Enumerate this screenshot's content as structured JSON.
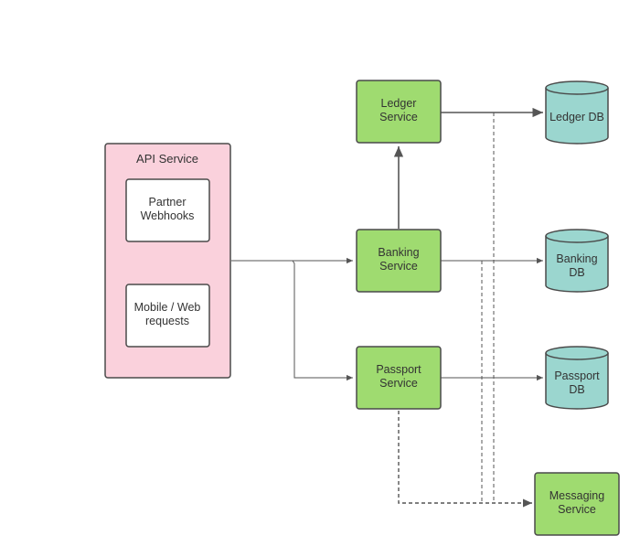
{
  "diagram": {
    "api_service": {
      "title": "API Service",
      "children": [
        {
          "id": "partner_webhooks",
          "lines": [
            "Partner",
            "Webhooks"
          ]
        },
        {
          "id": "mobile_web",
          "lines": [
            "Mobile / Web",
            "requests"
          ]
        }
      ]
    },
    "services": [
      {
        "id": "ledger",
        "lines": [
          "Ledger",
          "Service"
        ]
      },
      {
        "id": "banking",
        "lines": [
          "Banking",
          "Service"
        ]
      },
      {
        "id": "passport",
        "lines": [
          "Passport",
          "Service"
        ]
      },
      {
        "id": "messaging",
        "lines": [
          "Messaging",
          "Service"
        ]
      }
    ],
    "databases": [
      {
        "id": "ledger_db",
        "lines": [
          "Ledger DB"
        ]
      },
      {
        "id": "banking_db",
        "lines": [
          "Banking",
          "DB"
        ]
      },
      {
        "id": "passport_db",
        "lines": [
          "Passport",
          "DB"
        ]
      }
    ],
    "edges": [
      {
        "from": "api_service",
        "to": "banking",
        "style": "solid"
      },
      {
        "from": "api_service",
        "to": "passport",
        "style": "solid"
      },
      {
        "from": "banking",
        "to": "ledger",
        "style": "solid"
      },
      {
        "from": "ledger",
        "to": "ledger_db",
        "style": "solid"
      },
      {
        "from": "banking",
        "to": "banking_db",
        "style": "solid"
      },
      {
        "from": "passport",
        "to": "passport_db",
        "style": "solid"
      },
      {
        "from": "ledger",
        "to": "messaging",
        "style": "dashed"
      },
      {
        "from": "banking",
        "to": "messaging",
        "style": "dashed"
      },
      {
        "from": "passport",
        "to": "messaging",
        "style": "dashed"
      }
    ],
    "colors": {
      "api_fill": "#fad1dc",
      "service_fill": "#9fdb70",
      "db_fill": "#9bd6cf",
      "stroke": "#4a4a4a",
      "edge": "#555555"
    }
  }
}
